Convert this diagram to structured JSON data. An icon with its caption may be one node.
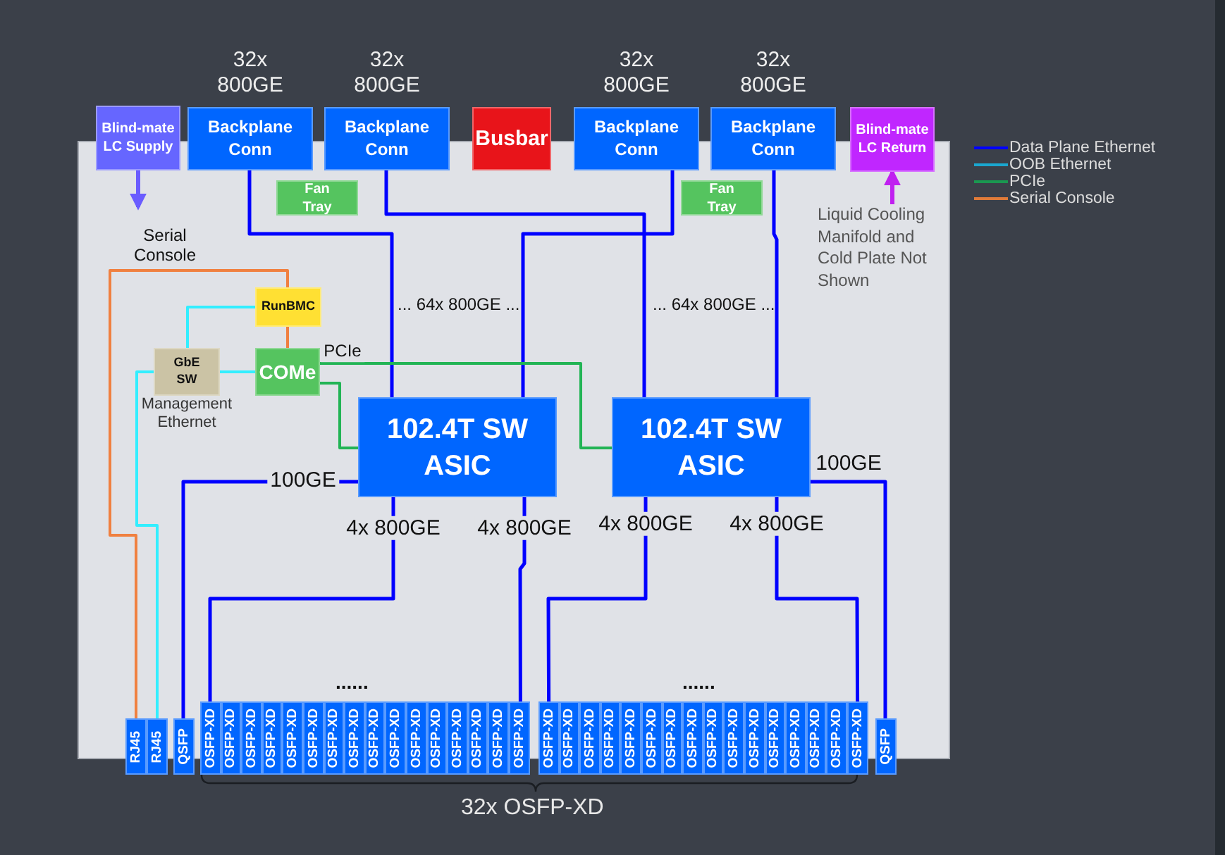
{
  "diagram": {
    "nodes": [
      {
        "text": [
          "Blind-mate LC Supply"
        ]
      },
      {
        "text": [
          "Backplane Conn"
        ],
        "beside": [
          "32x 800GE"
        ]
      },
      {
        "text": [
          "Backplane Conn"
        ],
        "beside": [
          "32x 800GE"
        ]
      },
      {
        "text": [
          "Busbar"
        ]
      },
      {
        "text": [
          "Backplane Conn"
        ],
        "beside": [
          "32x 800GE"
        ]
      },
      {
        "text": [
          "Backplane Conn"
        ],
        "beside": [
          "32x 800GE"
        ]
      },
      {
        "text": [
          "Blind-mate LC Return"
        ]
      },
      {
        "text": [
          "Fan Tray"
        ]
      },
      {
        "text": [
          "Fan Tray"
        ]
      },
      {
        "text": [
          "RunBMC"
        ]
      },
      {
        "text": [
          "GbE SW"
        ],
        "beside": [
          "Management Ethernet"
        ]
      },
      {
        "text": [
          "COMe"
        ]
      },
      {
        "text": [
          "102.4T SW ASIC"
        ]
      },
      {
        "text": [
          "102.4T SW ASIC"
        ]
      },
      {
        "text": [
          "RJ45"
        ]
      },
      {
        "text": [
          "RJ45"
        ]
      },
      {
        "text": [
          "QSFP"
        ]
      },
      {
        "text": [
          "OSFP-XD"
        ]
      },
      {
        "text": [
          "OSFP-XD"
        ]
      },
      {
        "text": [
          "OSFP-XD"
        ]
      },
      {
        "text": [
          "OSFP-XD"
        ]
      },
      {
        "text": [
          "OSFP-XD"
        ]
      },
      {
        "text": [
          "OSFP-XD"
        ]
      },
      {
        "text": [
          "OSFP-XD"
        ]
      },
      {
        "text": [
          "OSFP-XD"
        ]
      },
      {
        "text": [
          "OSFP-XD"
        ]
      },
      {
        "text": [
          "OSFP-XD"
        ]
      },
      {
        "text": [
          "OSFP-XD"
        ]
      },
      {
        "text": [
          "OSFP-XD"
        ]
      },
      {
        "text": [
          "OSFP-XD"
        ]
      },
      {
        "text": [
          "OSFP-XD"
        ]
      },
      {
        "text": [
          "OSFP-XD"
        ]
      },
      {
        "text": [
          "OSFP-XD"
        ]
      },
      {
        "text": [
          "OSFP-XD"
        ]
      },
      {
        "text": [
          "OSFP-XD"
        ]
      },
      {
        "text": [
          "OSFP-XD"
        ]
      },
      {
        "text": [
          "OSFP-XD"
        ]
      },
      {
        "text": [
          "OSFP-XD"
        ]
      },
      {
        "text": [
          "OSFP-XD"
        ]
      },
      {
        "text": [
          "OSFP-XD"
        ]
      },
      {
        "text": [
          "OSFP-XD"
        ]
      },
      {
        "text": [
          "OSFP-XD"
        ]
      },
      {
        "text": [
          "OSFP-XD"
        ]
      },
      {
        "text": [
          "OSFP-XD"
        ]
      },
      {
        "text": [
          "OSFP-XD"
        ]
      },
      {
        "text": [
          "OSFP-XD"
        ]
      },
      {
        "text": [
          "OSFP-XD"
        ]
      },
      {
        "text": [
          "OSFP-XD"
        ]
      },
      {
        "text": [
          "OSFP-XD"
        ]
      },
      {
        "text": [
          "QSFP"
        ]
      },
      {
        "text": [
          "Liquid Cooling Manifold and Cold Plate Not Shown"
        ]
      }
    ],
    "edges": [
      {
        "from": 1,
        "to": 12,
        "arrow": "none"
      },
      {
        "from": 2,
        "to": 13,
        "arrow": "none"
      },
      {
        "from": 4,
        "to": 12,
        "arrow": "none"
      },
      {
        "from": 5,
        "to": 13,
        "arrow": "none"
      },
      {
        "from": 12,
        "to": 16,
        "arrow": "none",
        "label": "100GE"
      },
      {
        "from": 13,
        "to": 49,
        "arrow": "none",
        "label": "100GE"
      },
      {
        "from": 12,
        "to": 17,
        "arrow": "none",
        "label": "4x 800GE"
      },
      {
        "from": 12,
        "to": 32,
        "arrow": "none",
        "label": "4x 800GE"
      },
      {
        "from": 13,
        "to": 33,
        "arrow": "none",
        "label": "4x 800GE"
      },
      {
        "from": 13,
        "to": 48,
        "arrow": "none",
        "label": "4x 800GE"
      },
      {
        "from": 11,
        "to": 13,
        "arrow": "none",
        "label": "PCIe",
        "color": "#22b455"
      },
      {
        "from": 11,
        "to": 12,
        "arrow": "none",
        "color": "#22b455"
      },
      {
        "from": 9,
        "to": 10,
        "arrow": "none",
        "color": "#33eeff"
      },
      {
        "from": 11,
        "to": 10,
        "arrow": "none",
        "color": "#33eeff"
      },
      {
        "from": 10,
        "to": 15,
        "arrow": "none",
        "color": "#33eeff"
      },
      {
        "from": 9,
        "to": 11,
        "arrow": "none",
        "color": "#f08040"
      },
      {
        "from": 9,
        "to": 14,
        "arrow": "none",
        "label": "Serial Console",
        "color": "#f08040"
      },
      {
        "from": 0,
        "to": null,
        "arrow": "to",
        "color": "#6a5cff"
      },
      {
        "from": 50,
        "to": 6,
        "arrow": "to",
        "color": "#c020f0"
      }
    ],
    "labels": [
      "... 64x 800GE ...",
      "... 64x 800GE ...",
      "......",
      "......",
      "32x OSFP-XD"
    ],
    "legend": [
      {
        "text": "Data Plane Ethernet"
      },
      {
        "text": "OOB Ethernet"
      },
      {
        "text": "PCIe"
      },
      {
        "text": "Serial Console"
      }
    ]
  }
}
